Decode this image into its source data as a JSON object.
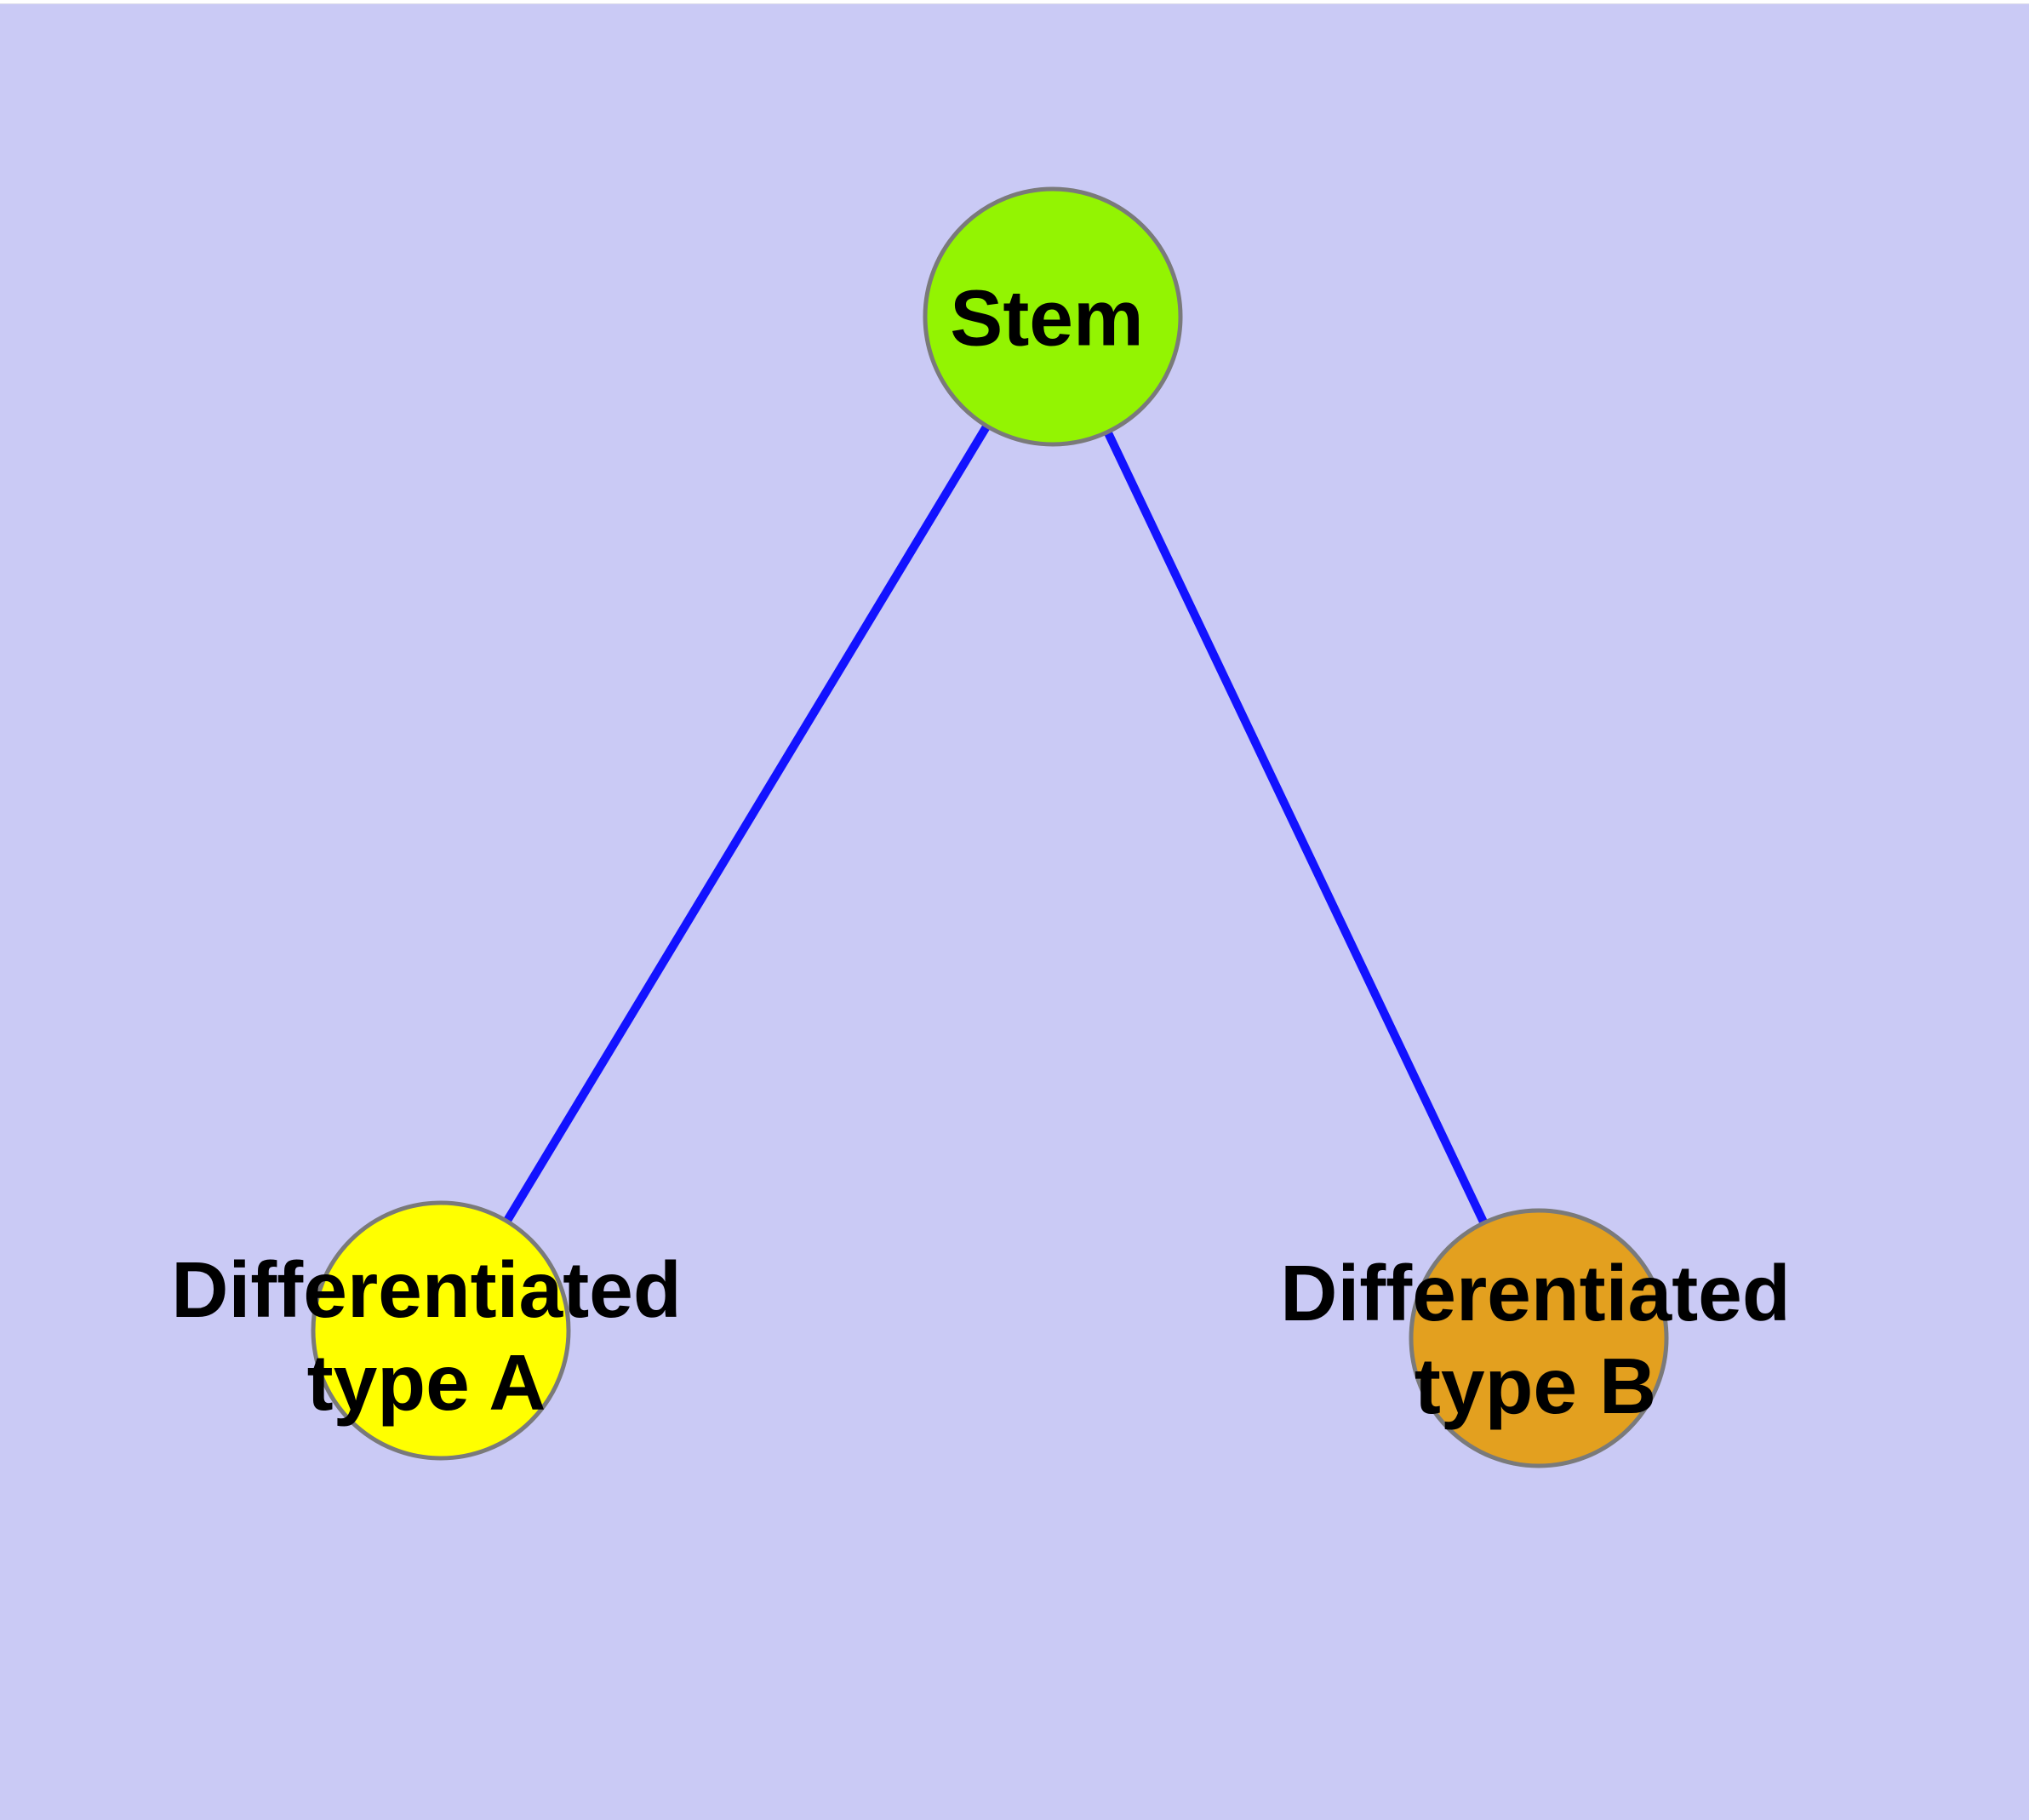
{
  "figure": {
    "background_color": "#CACAF5",
    "top_border_color": "#FFFFFF",
    "edge_color": "#1212FF",
    "node_border_color": "#7A7A7A",
    "label_color": "#000000",
    "nodes": [
      {
        "id": "stem",
        "line1": "Stem",
        "line2": "",
        "fill": "#93F402"
      },
      {
        "id": "differentiated-type-a",
        "line1": "Differentiated",
        "line2": "type A",
        "fill": "#FFFF00"
      },
      {
        "id": "differentiated-type-b",
        "line1": "Differentiated",
        "line2": "type B",
        "fill": "#E3A01F"
      }
    ],
    "edges": [
      {
        "from": "stem",
        "to": "differentiated-type-a"
      },
      {
        "from": "stem",
        "to": "differentiated-type-b"
      }
    ]
  }
}
